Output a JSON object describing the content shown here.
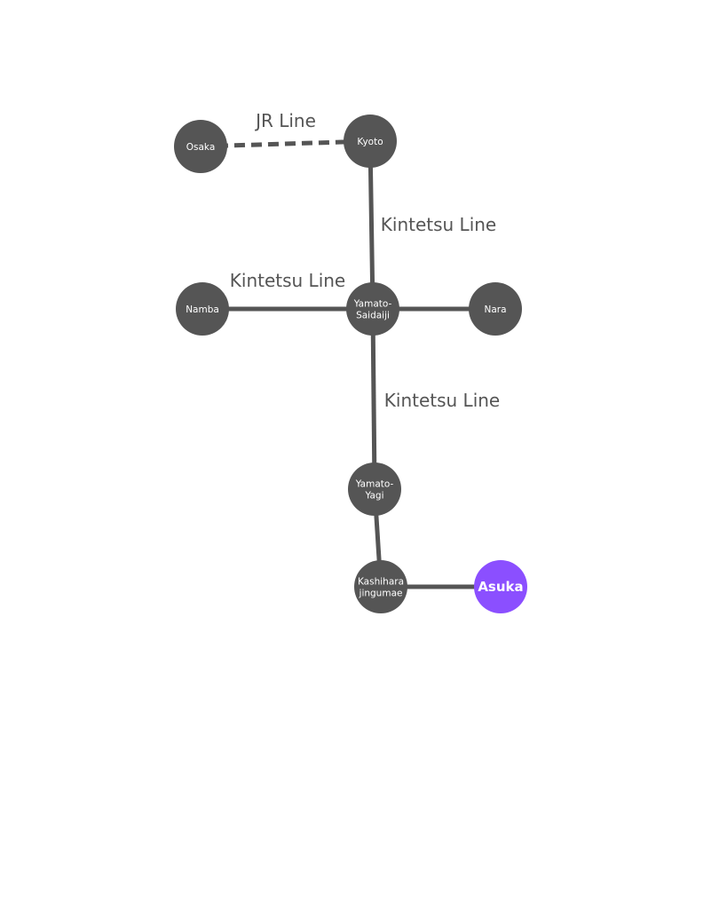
{
  "diagram": {
    "colors": {
      "node": "#555555",
      "highlight": "#8b4fff",
      "edge": "#555555",
      "label": "#555555"
    },
    "nodes": [
      {
        "id": "osaka",
        "lines": [
          "Osaka"
        ]
      },
      {
        "id": "kyoto",
        "lines": [
          "Kyoto"
        ]
      },
      {
        "id": "namba",
        "lines": [
          "Namba"
        ]
      },
      {
        "id": "saidaiji",
        "lines": [
          "Yamato-",
          "Saidaiji"
        ]
      },
      {
        "id": "nara",
        "lines": [
          "Nara"
        ]
      },
      {
        "id": "yagi",
        "lines": [
          "Yamato-",
          "Yagi"
        ]
      },
      {
        "id": "kashihara",
        "lines": [
          "Kashihara",
          "jingumae"
        ]
      },
      {
        "id": "asuka",
        "lines": [
          "Asuka"
        ],
        "highlight": true
      }
    ],
    "edges": [
      {
        "from": "osaka",
        "to": "kyoto",
        "style": "dashed",
        "label": "JR Line"
      },
      {
        "from": "kyoto",
        "to": "saidaiji",
        "style": "solid",
        "label": "Kintetsu Line"
      },
      {
        "from": "namba",
        "to": "saidaiji",
        "style": "solid",
        "label": "Kintetsu Line"
      },
      {
        "from": "saidaiji",
        "to": "nara",
        "style": "solid",
        "label": ""
      },
      {
        "from": "saidaiji",
        "to": "yagi",
        "style": "solid",
        "label": "Kintetsu Line"
      },
      {
        "from": "yagi",
        "to": "kashihara",
        "style": "solid",
        "label": ""
      },
      {
        "from": "kashihara",
        "to": "asuka",
        "style": "solid",
        "label": ""
      }
    ]
  }
}
